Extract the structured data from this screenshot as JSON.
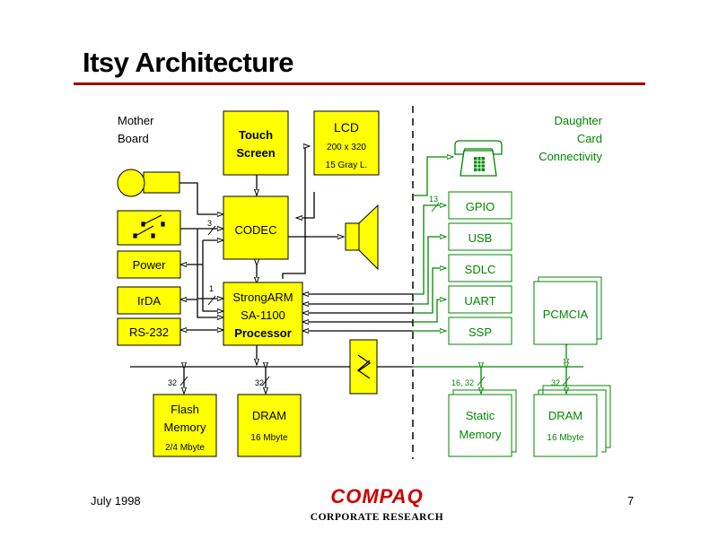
{
  "slide": {
    "title": "Itsy Architecture",
    "footer": {
      "date": "July 1998",
      "page_number": "7",
      "logo_text": "COMPAQ",
      "logo_subtitle": "CORPORATE RESEARCH"
    }
  },
  "colors": {
    "block_fill": "#ffff00",
    "motherboard_line": "#000000",
    "daughter_card": "#008800",
    "title_rule": "#990000",
    "logo": "#cc0000"
  },
  "diagram": {
    "sections": {
      "motherboard": [
        "Mother",
        "Board"
      ],
      "daughter_card": [
        "Daughter",
        "Card",
        "Connectivity"
      ]
    },
    "motherboard_blocks": {
      "touch_screen": [
        "Touch",
        "Screen"
      ],
      "lcd": {
        "title": "LCD",
        "lines": [
          "200 x 320",
          "15 Gray L."
        ]
      },
      "codec": "CODEC",
      "power": "Power",
      "irda": "IrDA",
      "rs232": "RS-232",
      "processor": [
        "StrongARM",
        "SA-1100",
        "Processor"
      ],
      "flash": {
        "title": [
          "Flash",
          "Memory"
        ],
        "detail": "2/4 Mbyte"
      },
      "dram": {
        "title": "DRAM",
        "detail": "16 Mbyte"
      }
    },
    "daughter_blocks": {
      "gpio": "GPIO",
      "usb": "USB",
      "sdlc": "SDLC",
      "uart": "UART",
      "ssp": "SSP",
      "pcmcia": "PCMCIA",
      "static_memory": [
        "Static",
        "Memory"
      ],
      "dram": {
        "title": "DRAM",
        "detail": "16 Mbyte"
      }
    },
    "bus_widths": {
      "codec_switch": "3",
      "processor_in": "1",
      "gpio": "13",
      "flash": "32",
      "dram": "32",
      "static_memory": "16, 32",
      "daughter_dram": "32"
    },
    "icons": [
      "microphone-icon",
      "switch-icon",
      "speaker-icon",
      "telephone-icon",
      "bus-buffer-icon"
    ]
  }
}
